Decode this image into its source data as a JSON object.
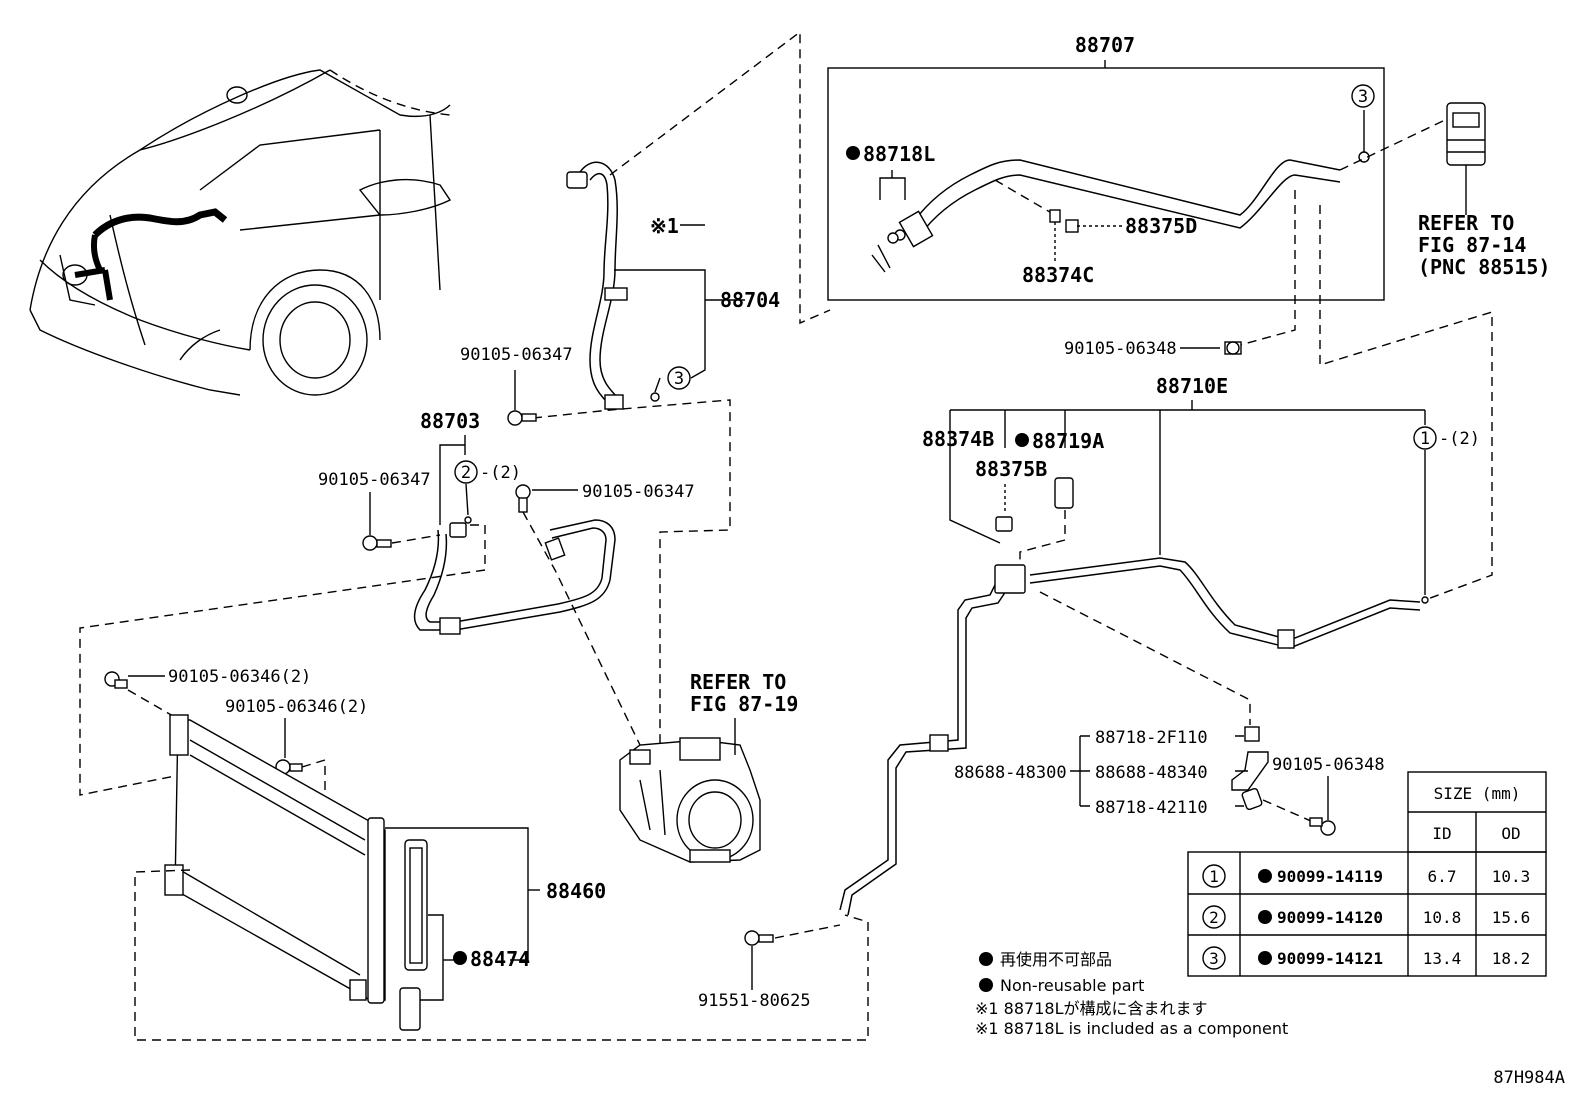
{
  "labels": {
    "p88707": "88707",
    "p88718L": "88718L",
    "p88375D": "88375D",
    "p88374C": "88374C",
    "refer1_l1": "REFER TO",
    "refer1_l2": "FIG 87-14",
    "refer1_l3": "(PNC 88515)",
    "note1": "※1",
    "p88704": "88704",
    "b06347_a": "90105-06347",
    "p88703": "88703",
    "c2_suffix": "-(2)",
    "b06347_b": "90105-06347",
    "b06347_c": "90105-06347",
    "b06348_a": "90105-06348",
    "p88710E": "88710E",
    "p88374B": "88374B",
    "p88719A": "88719A",
    "p88375B": "88375B",
    "c1_suffix": "-(2)",
    "b06346_a": "90105-06346(2)",
    "b06346_b": "90105-06346(2)",
    "refer2_l1": "REFER TO",
    "refer2_l2": "FIG 87-19",
    "p88718_2F110": "88718-2F110",
    "p88688_48300": "88688-48300",
    "p88688_48340": "88688-48340",
    "p88718_42110": "88718-42110",
    "b06348_b": "90105-06348",
    "p88460": "88460",
    "p88474": "88474",
    "b91551": "91551-80625",
    "fig_code": "87H984A"
  },
  "circles": {
    "one": "1",
    "two": "2",
    "three": "3"
  },
  "legend": {
    "jp_nonreusable": "再使用不可部品",
    "en_nonreusable": "Non-reusable part",
    "jp_note": "※1 88718Lが構成に含まれます",
    "en_note": "※1 88718L is included as a component"
  },
  "size_table": {
    "header": "SIZE (mm)",
    "col_id": "ID",
    "col_od": "OD",
    "rows": [
      {
        "circle": "1",
        "part": "90099-14119",
        "id": "6.7",
        "od": "10.3"
      },
      {
        "circle": "2",
        "part": "90099-14120",
        "id": "10.8",
        "od": "15.6"
      },
      {
        "circle": "3",
        "part": "90099-14121",
        "id": "13.4",
        "od": "18.2"
      }
    ]
  },
  "icons": [
    "bullet-dot-icon",
    "circled-number-icon",
    "bolt-icon",
    "o-ring-icon"
  ]
}
